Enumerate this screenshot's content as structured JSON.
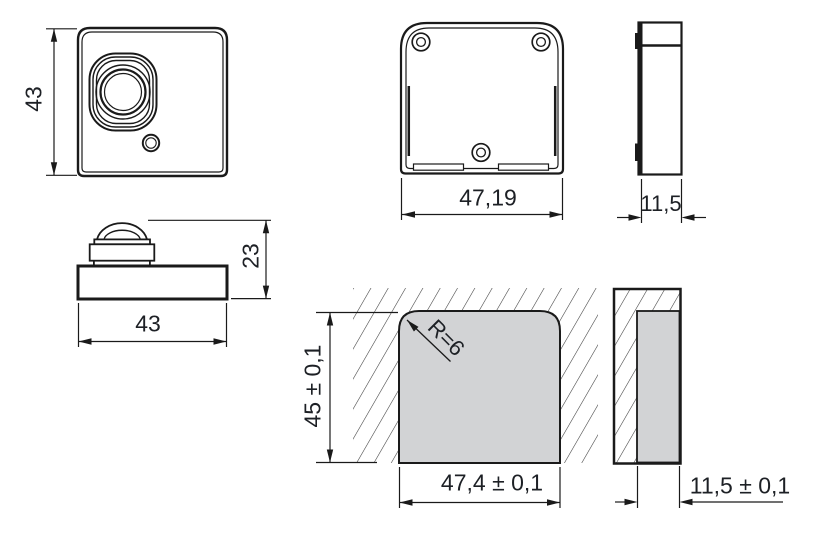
{
  "drawing": {
    "labels": {
      "front_height": "43",
      "back_width": "47,19",
      "side_depth": "11,5",
      "profile_height": "23",
      "profile_width": "43",
      "cutout_height": "45 ± 0,1",
      "cutout_width": "47,4 ± 0,1",
      "cutout_radius": "R=6",
      "cutout_depth": "11,5 ± 0,1"
    },
    "colors": {
      "line": "#1a1a1a",
      "cutout_fill": "#d2d3d5",
      "hatch": "#3a3a3a",
      "background": "#ffffff",
      "text": "#1d2025"
    }
  }
}
